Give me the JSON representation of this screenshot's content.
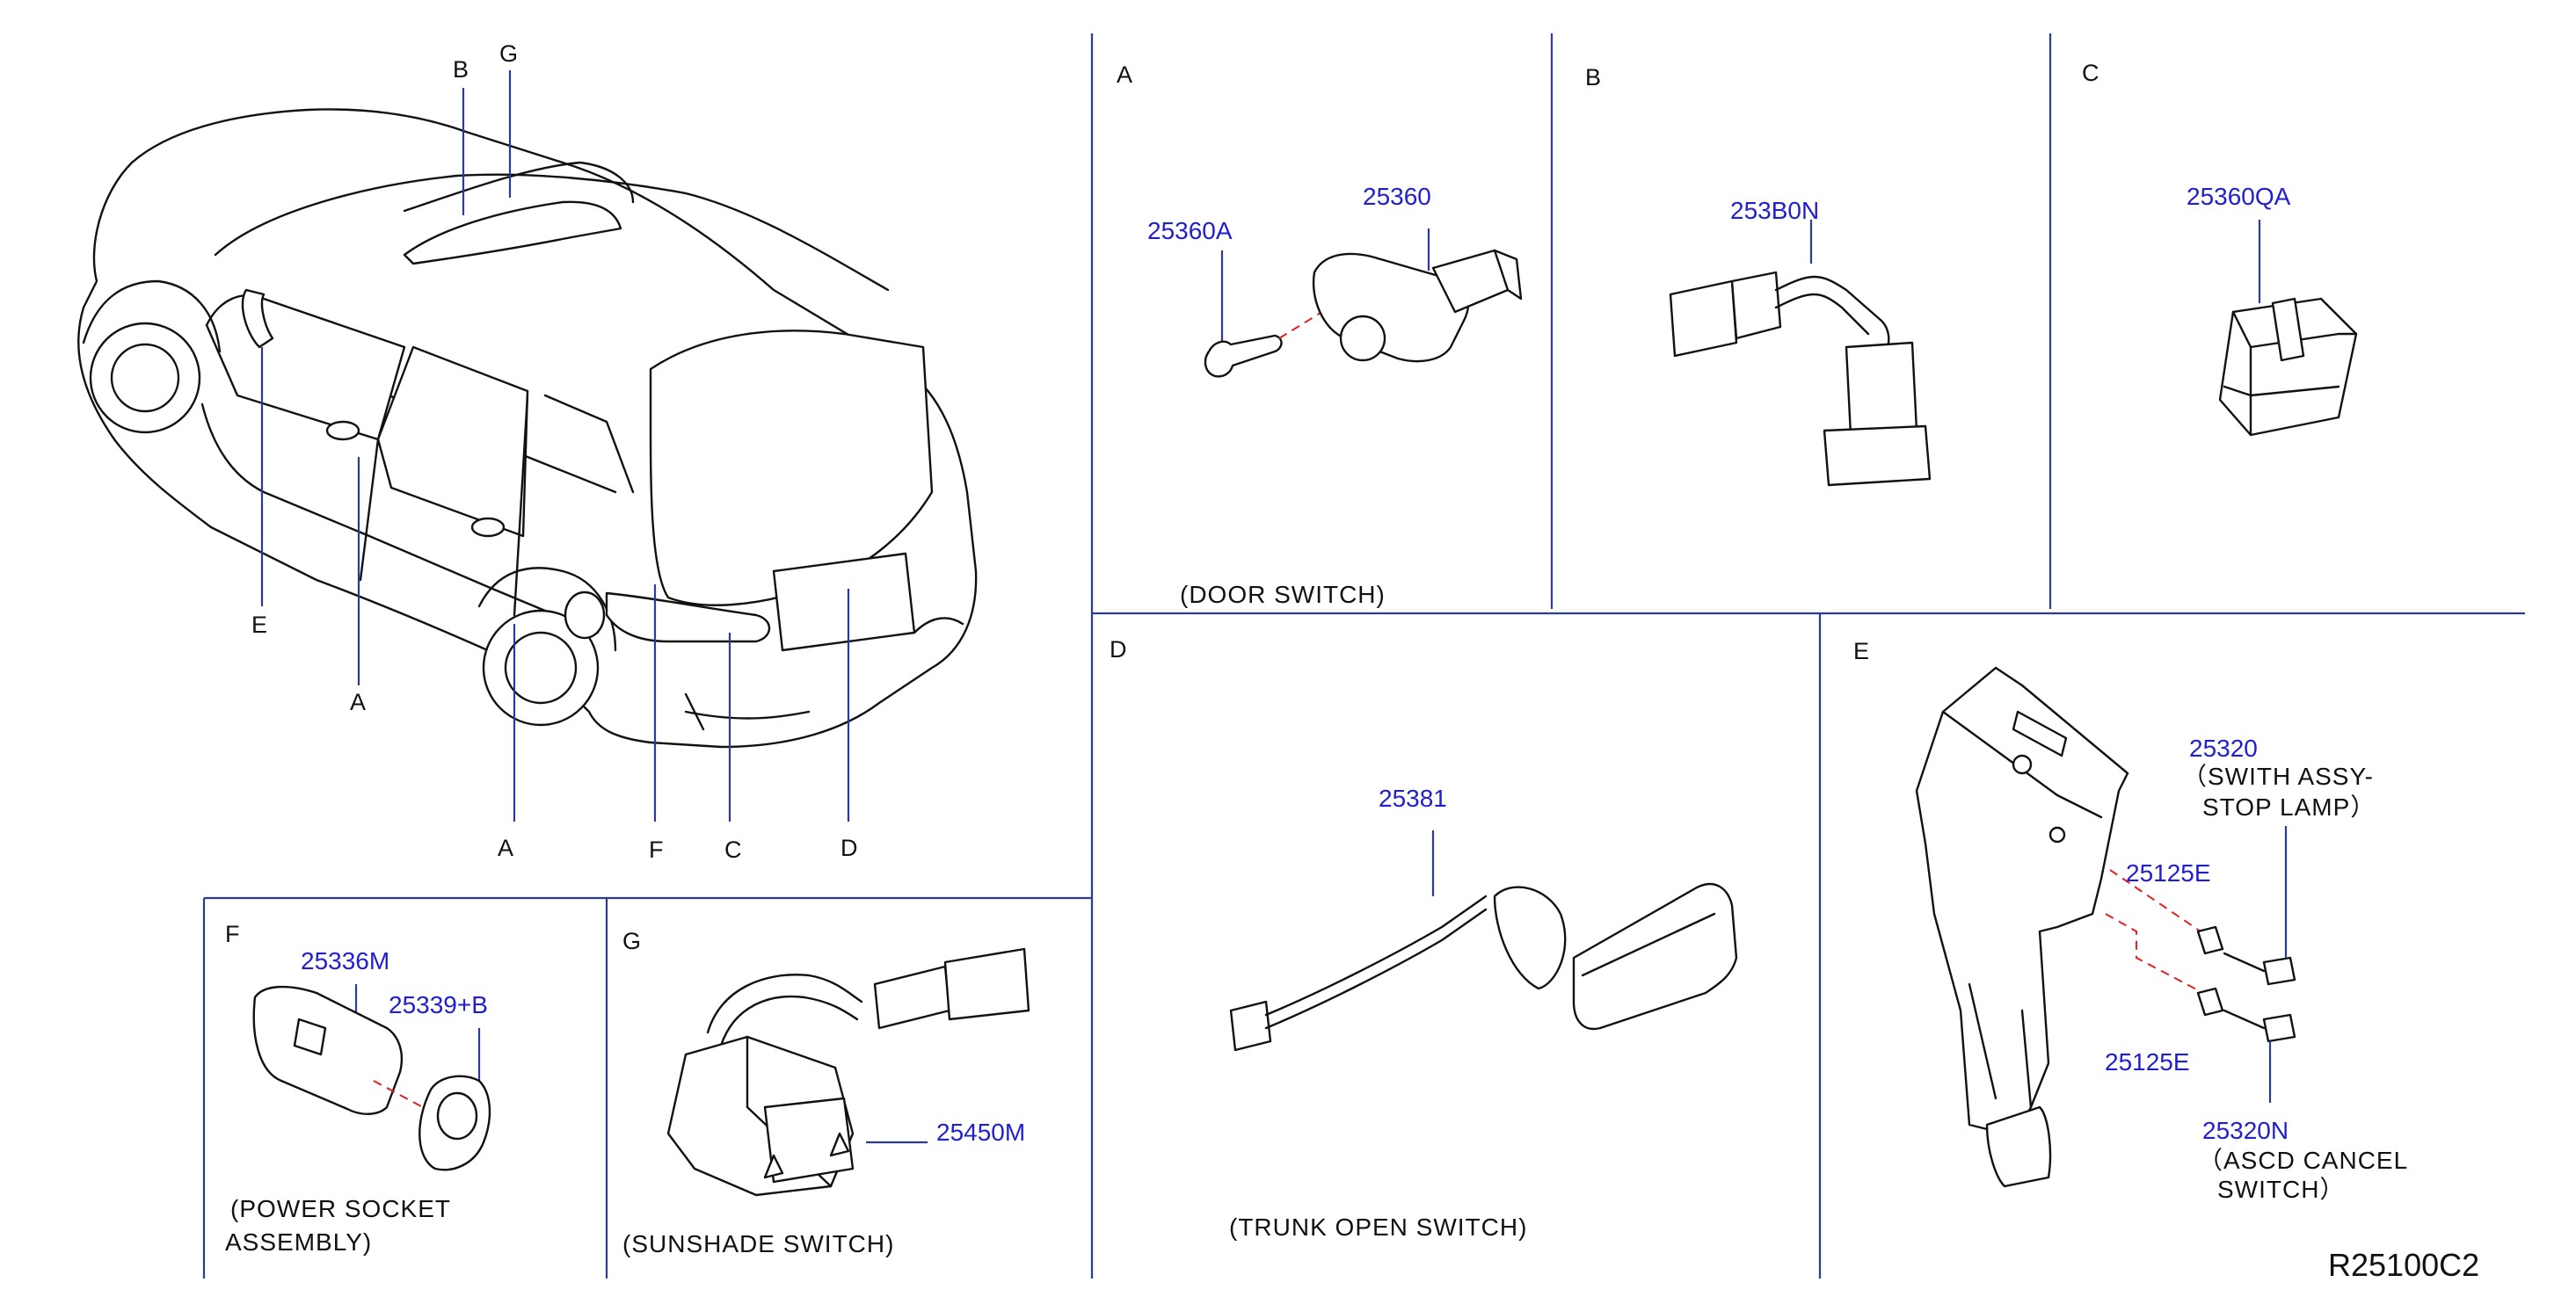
{
  "car_callouts": {
    "B": "B",
    "G": "G",
    "E": "E",
    "A1": "A",
    "A2": "A",
    "F": "F",
    "C": "C",
    "D": "D"
  },
  "panel_A": {
    "letter": "A",
    "part_1": "25360A",
    "part_2": "25360",
    "caption": "(DOOR   SWITCH)"
  },
  "panel_B": {
    "letter": "B",
    "part_1": "253B0N"
  },
  "panel_C": {
    "letter": "C",
    "part_1": "25360QA"
  },
  "panel_D": {
    "letter": "D",
    "part_1": "25381",
    "caption": "(TRUNK   OPEN   SWITCH)"
  },
  "panel_E": {
    "letter": "E",
    "part_1": "25320",
    "part_1_desc_1": "（SWITH   ASSY-",
    "part_1_desc_2": "STOP   LAMP）",
    "part_2": "25125E",
    "part_3": "25125E",
    "part_4": "25320N",
    "part_4_desc_1": "（ASCD   CANCEL",
    "part_4_desc_2": "SWITCH）"
  },
  "panel_F": {
    "letter": "F",
    "part_1": "25336M",
    "part_2": "25339+B",
    "caption_1": "(POWER   SOCKET",
    "caption_2": "ASSEMBLY)"
  },
  "panel_G": {
    "letter": "G",
    "part_1": "25450M",
    "caption": "(SUNSHADE   SWITCH)"
  },
  "diagram_ref": "R25100C2",
  "colors": {
    "part_number": "#1f1fd0",
    "frame_line": "#2b3a9e",
    "leader_dash": "#e02020",
    "line_art": "#111111"
  }
}
